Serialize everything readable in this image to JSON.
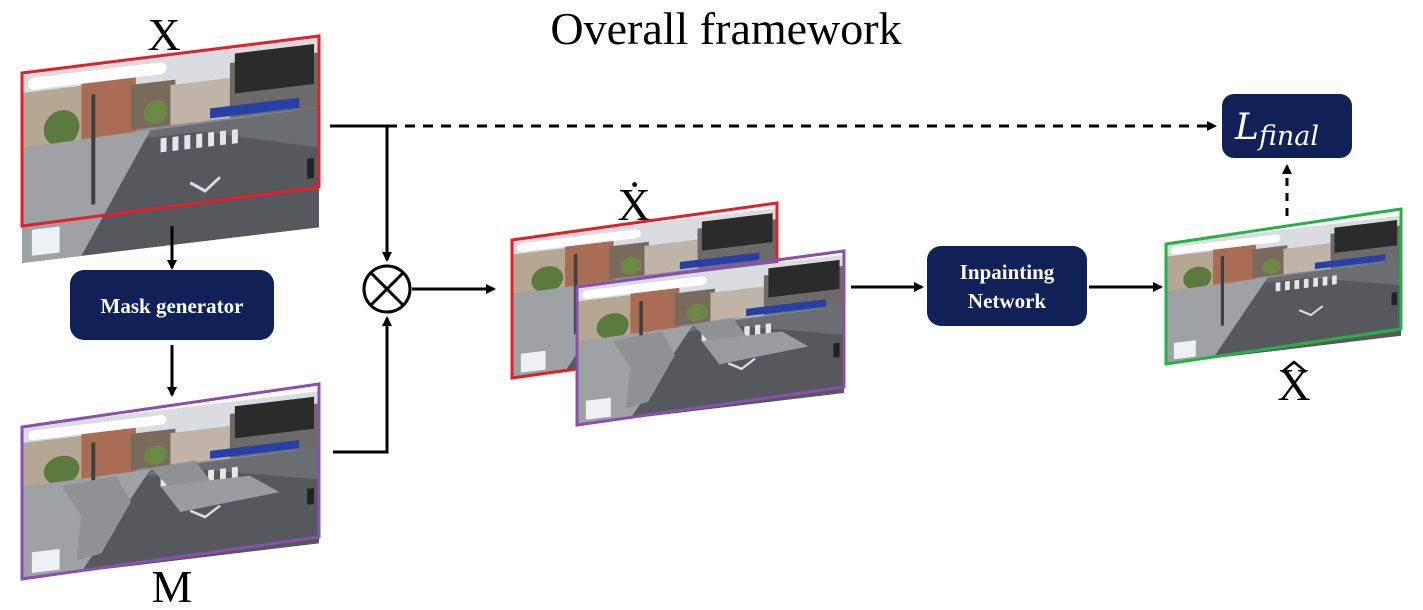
{
  "title": "Overall framework",
  "labels": {
    "x": "X",
    "m": "M",
    "x_acute": "Ẋ",
    "x_hat": "X"
  },
  "boxes": {
    "mask_generator": "Mask generator",
    "inpainting_line1": "Inpainting",
    "inpainting_line2": "Network",
    "loss_base": "L",
    "loss_sub": "final"
  },
  "multiply_symbol": "⊗",
  "colors": {
    "box_fill": "#0f2157",
    "frame_red": "#e0202a",
    "frame_purple": "#8a4fb0",
    "frame_green": "#27b04a"
  },
  "icons": {
    "multiply": "circle-times-icon",
    "arrows": "arrow-icon"
  }
}
